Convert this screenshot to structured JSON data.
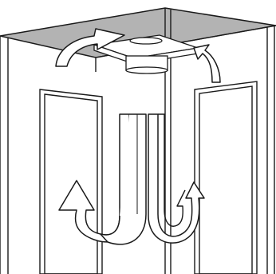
{
  "diagram": {
    "colors": {
      "background": "#ffffff",
      "line": "#1a1a1a",
      "ceiling": "#b3b3b3",
      "fill": "#ffffff"
    },
    "components": [
      {
        "name": "ceiling-panel"
      },
      {
        "name": "cabinet-enclosure"
      },
      {
        "name": "ceiling-fan-unit"
      },
      {
        "name": "left-door-panel"
      },
      {
        "name": "right-door-panel"
      },
      {
        "name": "exhaust-airflow-arrow"
      },
      {
        "name": "intake-airflow-arrow"
      },
      {
        "name": "circulation-loop-arrow-left"
      },
      {
        "name": "circulation-loop-arrow-right"
      }
    ]
  }
}
